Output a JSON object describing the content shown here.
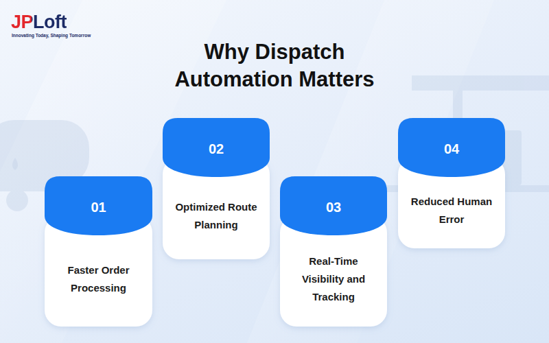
{
  "diagram": {
    "title": "Why Dispatch Automation Matters",
    "nodes": [
      {
        "text": [
          "01",
          "Faster Order Processing"
        ]
      },
      {
        "text": [
          "02",
          "Optimized Route Planning"
        ]
      },
      {
        "text": [
          "03",
          "Real-Time Visibility and Tracking"
        ]
      },
      {
        "text": [
          "04",
          "Reduced Human Error"
        ]
      }
    ],
    "labels": [
      "JPLoft",
      "Innovating Today, Shaping Tomorrow"
    ]
  }
}
